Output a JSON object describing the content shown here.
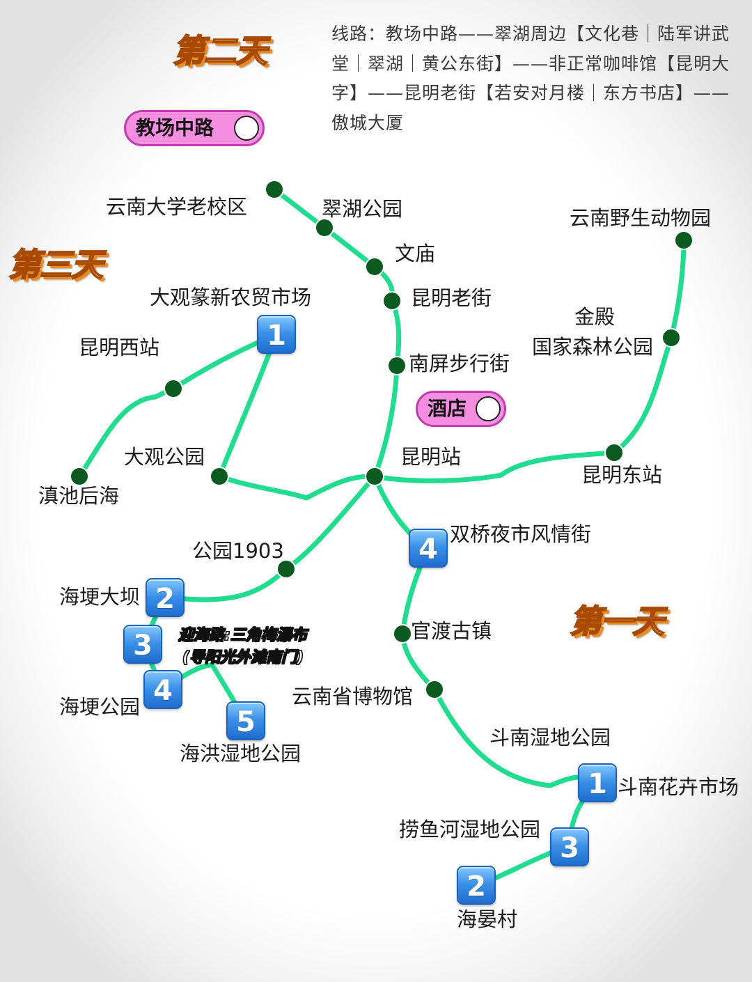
{
  "route_note": "线路：教场中路——翠湖周边【文化巷｜陆军讲武堂｜翠湖｜黄公东街】——非正常咖啡馆【昆明大字】——昆明老街【若安对月楼｜东方书店】——傲城大厦",
  "days": {
    "day1": "第一天",
    "day2": "第二天",
    "day3": "第三天"
  },
  "markers": {
    "jiaochang": "教场中路",
    "hotel": "酒店"
  },
  "stations": {
    "yunnan_univ": "云南大学老校区",
    "cuihu": "翠湖公园",
    "wenmiao": "文庙",
    "kunming_laojie": "昆明老街",
    "nanping": "南屏步行街",
    "kunming_station": "昆明站",
    "zoo": "云南野生动物园",
    "jindian_1": "金殿",
    "jindian_2": "国家森林公园",
    "kunming_east": "昆明东站",
    "daguan_market": "大观篆新农贸市场",
    "kunming_west": "昆明西站",
    "daguan_park": "大观公园",
    "dianchi": "滇池后海",
    "park1903": "公园1903",
    "haigeng_dam": "海埂大坝",
    "haigeng_park": "海埂公园",
    "haihong": "海洪湿地公园",
    "shuangqiao": "双桥夜市风情街",
    "guandu": "官渡古镇",
    "museum": "云南省博物馆",
    "dounan_wetland": "斗南湿地公园",
    "dounan_flower": "斗南花卉市场",
    "laoyuhe": "捞鱼河湿地公园",
    "haiyan": "海晏村"
  },
  "notes": {
    "yinghai_1": "迎海路:三角梅瀑布",
    "yinghai_2": "(导阳光外滩南门)"
  },
  "badges": {
    "b_daguan": "1",
    "b_haigeng_dam": "2",
    "b_3_west": "3",
    "b_haigeng_park": "4",
    "b_haihong": "5",
    "b_shuangqiao": "4",
    "b_dounan": "1",
    "b_haiyan": "2",
    "b_laoyuhe": "3"
  },
  "colors": {
    "route_line": "#1fdc8f",
    "station_dot": "#0b5a1f",
    "badge_blue": "#3a8fe6",
    "pill_pink": "#f58ee0",
    "day_title_orange": "#ea8a1f"
  }
}
